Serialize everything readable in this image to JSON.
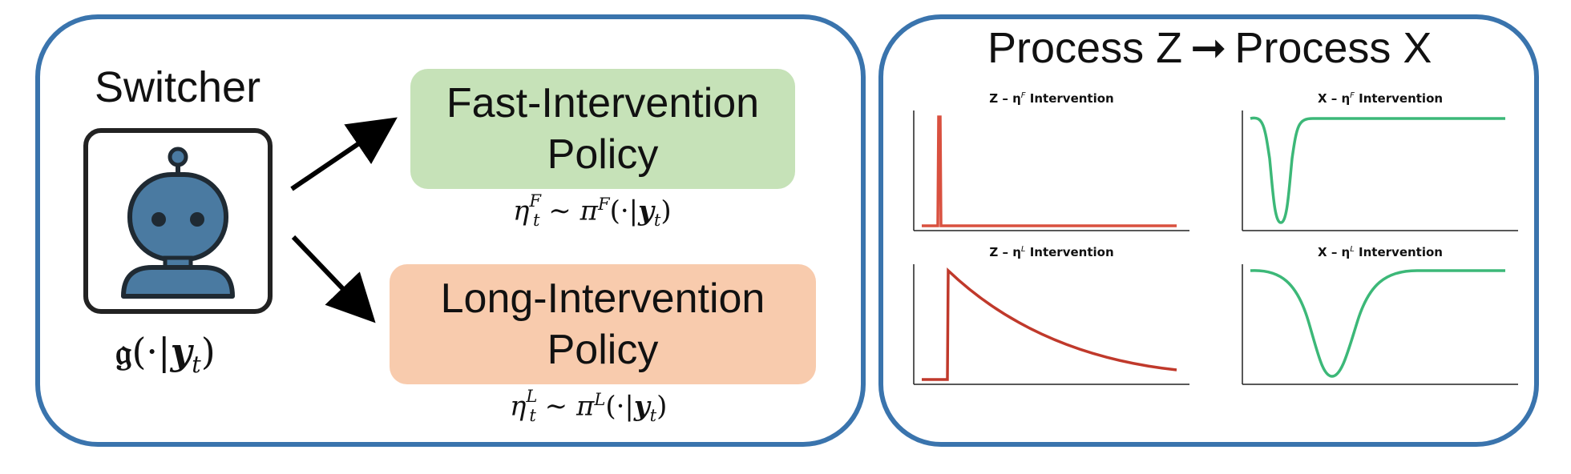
{
  "left_panel": {
    "switcher_title": "Switcher",
    "switcher_formula": {
      "symbol": "𝔤",
      "open": "(·|",
      "var": "y",
      "sub": "t",
      "close": ")"
    },
    "policies": [
      {
        "id": "fast",
        "label": "Fast-Intervention\nPolicy",
        "color": "#c6e2b8",
        "formula": {
          "eta": "η",
          "sub": "t",
          "sup": "F",
          "rel": " ∼ ",
          "pi": "π",
          "pi_sup": "F",
          "open": "(·|",
          "var": "y",
          "var_sub": "t",
          "close": ")"
        }
      },
      {
        "id": "long",
        "label": "Long-Intervention\nPolicy",
        "color": "#f8cbad",
        "formula": {
          "eta": "η",
          "sub": "t",
          "sup": "L",
          "rel": " ∼ ",
          "pi": "π",
          "pi_sup": "L",
          "open": "(·|",
          "var": "y",
          "var_sub": "t",
          "close": ")"
        }
      }
    ],
    "robot_icon": "robot-icon"
  },
  "right_panel": {
    "title_left": "Process Z",
    "title_arrow": "➞",
    "title_right": "Process X",
    "subplots": [
      {
        "id": "z-fast",
        "prefix": "Z – ",
        "eta": "η",
        "sup": "F",
        "suffix": " Intervention",
        "color": "#d9503f"
      },
      {
        "id": "x-fast",
        "prefix": "X – ",
        "eta": "η",
        "sup": "F",
        "suffix": " Intervention",
        "color": "#3cb878"
      },
      {
        "id": "z-long",
        "prefix": "Z – ",
        "eta": "η",
        "sup": "L",
        "suffix": " Intervention",
        "color": "#c0392b"
      },
      {
        "id": "x-long",
        "prefix": "X – ",
        "eta": "η",
        "sup": "L",
        "suffix": " Intervention",
        "color": "#3cb878"
      }
    ]
  },
  "colors": {
    "panel_border": "#3a74ad",
    "robot_body": "#4a7aa1",
    "robot_outline": "#1f2a33"
  }
}
